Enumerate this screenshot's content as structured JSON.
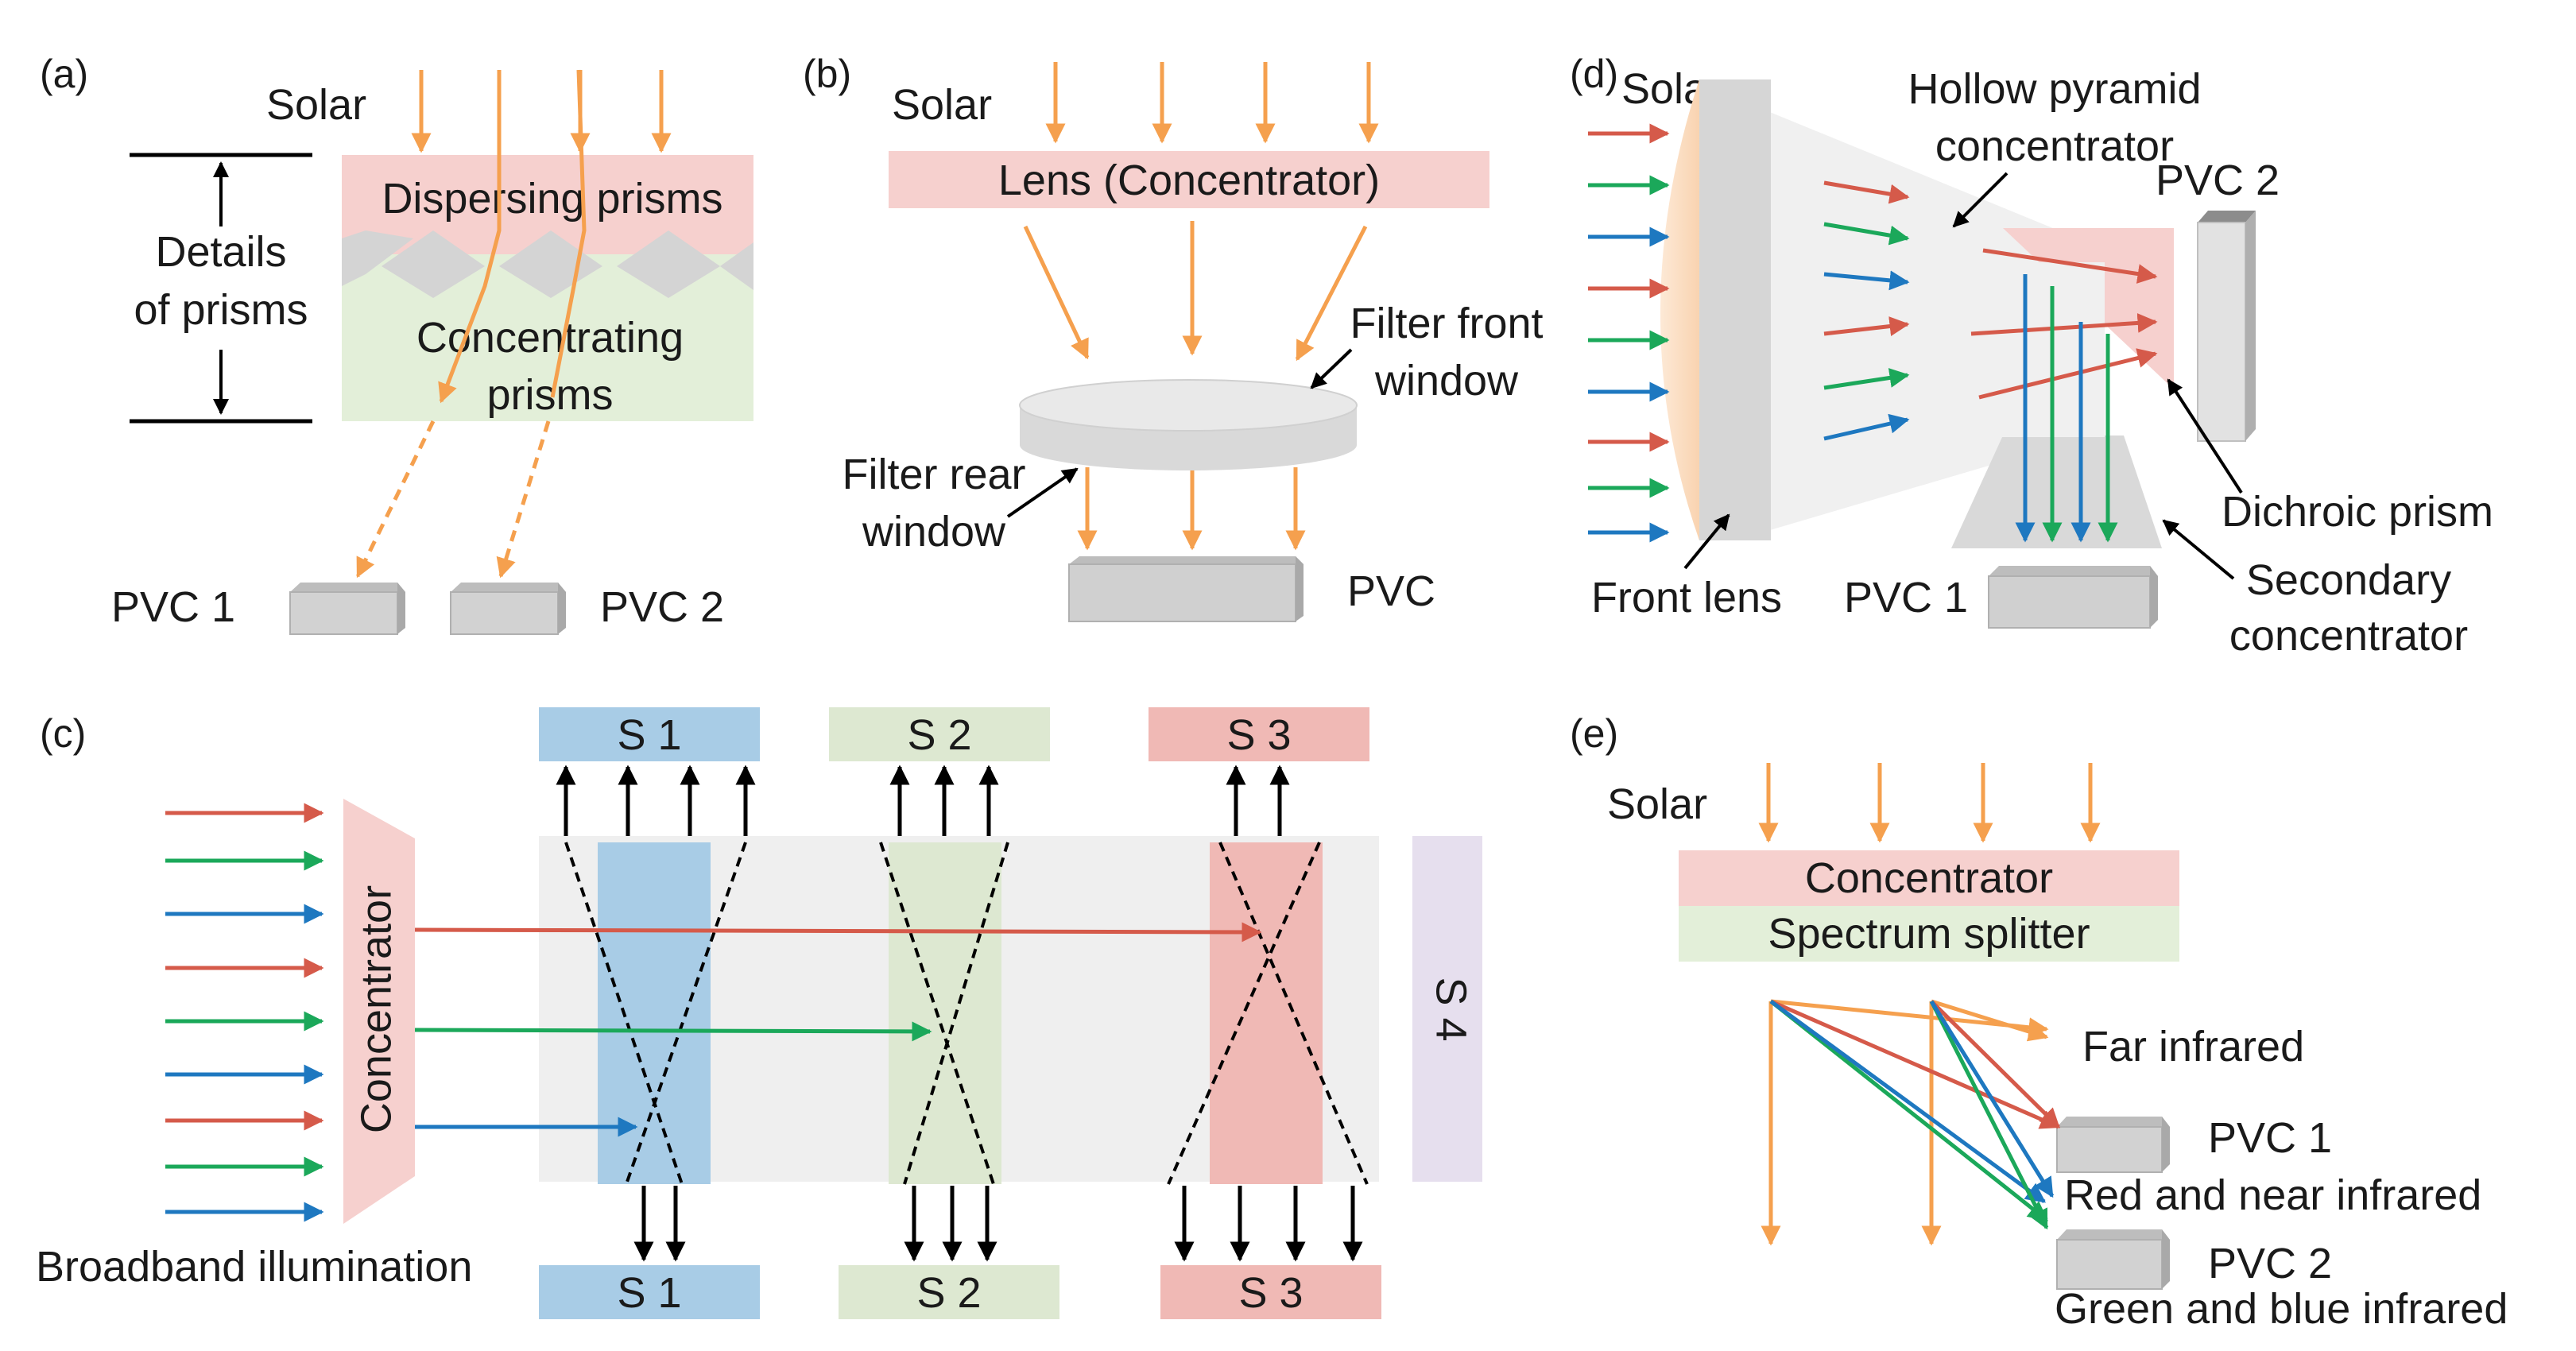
{
  "colors": {
    "orange": "#F5A04E",
    "red": "#D55A4A",
    "green": "#1BA85A",
    "blue": "#1E78C0",
    "pink_panel": "#F6D0CE",
    "green_panel": "#E3EFD9",
    "blue_panel": "#A8CCE6",
    "gray_panel": "#EFEFEF",
    "purple_panel": "#E6DFEE",
    "black": "#000000"
  },
  "panel_a": {
    "label": "(a)",
    "solar": "Solar",
    "details_line1": "Details",
    "details_line2": "of prisms",
    "dispersing": "Dispersing prisms",
    "concentrating_line1": "Concentrating",
    "concentrating_line2": "prisms",
    "pvc1": "PVC 1",
    "pvc2": "PVC 2"
  },
  "panel_b": {
    "label": "(b)",
    "solar": "Solar",
    "lens": "Lens (Concentrator)",
    "filter_front_line1": "Filter front",
    "filter_front_line2": "window",
    "filter_rear_line1": "Filter rear",
    "filter_rear_line2": "window",
    "pvc": "PVC"
  },
  "panel_c": {
    "label": "(c)",
    "concentrator": "Concentrator",
    "broadband": "Broadband illumination",
    "s1": "S 1",
    "s2": "S 2",
    "s3": "S 3",
    "s4": "S 4"
  },
  "panel_d": {
    "label": "(d)",
    "solar": "Solar",
    "hollow_line1": "Hollow pyramid",
    "hollow_line2": "concentrator",
    "pvc2": "PVC 2",
    "pvc1": "PVC 1",
    "dichroic": "Dichroic prism",
    "secondary_line1": "Secondary",
    "secondary_line2": "concentrator",
    "front_lens": "Front lens"
  },
  "panel_e": {
    "label": "(e)",
    "solar": "Solar",
    "concentrator": "Concentrator",
    "splitter": "Spectrum splitter",
    "far_ir": "Far infrared",
    "pvc1": "PVC 1",
    "red_nir": "Red and near infrared",
    "pvc2": "PVC 2",
    "green_blue": "Green and blue infrared"
  }
}
